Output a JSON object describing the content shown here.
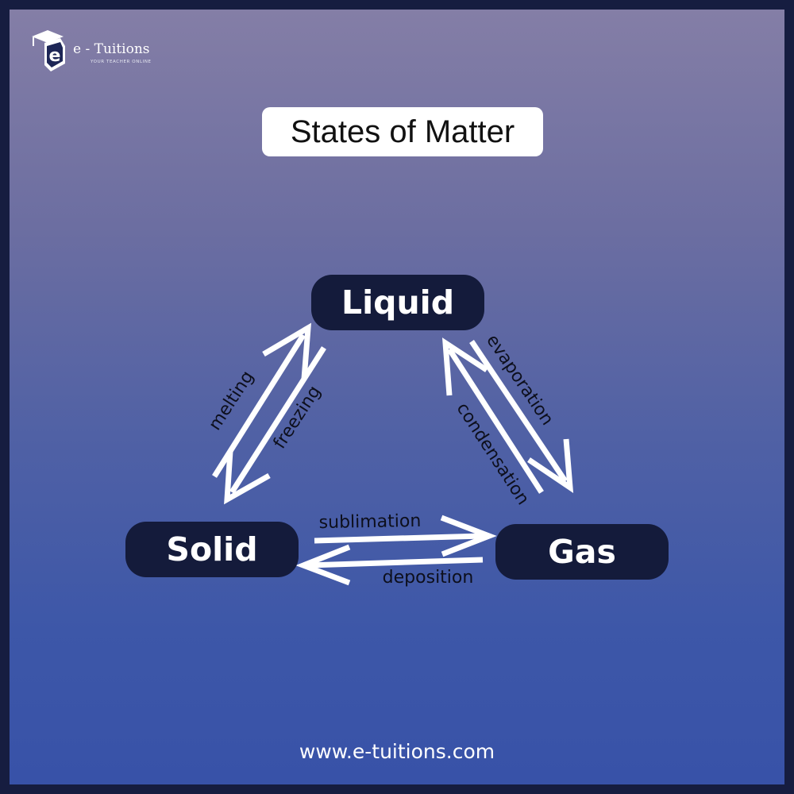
{
  "brand": {
    "name": "e - Tuitions",
    "tagline": "YOUR TEACHER ONLINE",
    "logo_icon": "graduation-cap-e-logo"
  },
  "title": "States of Matter",
  "states": {
    "liquid": "Liquid",
    "solid": "Solid",
    "gas": "Gas"
  },
  "processes": {
    "melting": "melting",
    "freezing": "freezing",
    "evaporation": "evaporation",
    "condensation": "condensation",
    "sublimation": "sublimation",
    "deposition": "deposition"
  },
  "footer_url": "www.e-tuitions.com",
  "colors": {
    "node_fill": "#141b3b",
    "arrow": "#ffffff",
    "title_box": "#ffffff"
  }
}
